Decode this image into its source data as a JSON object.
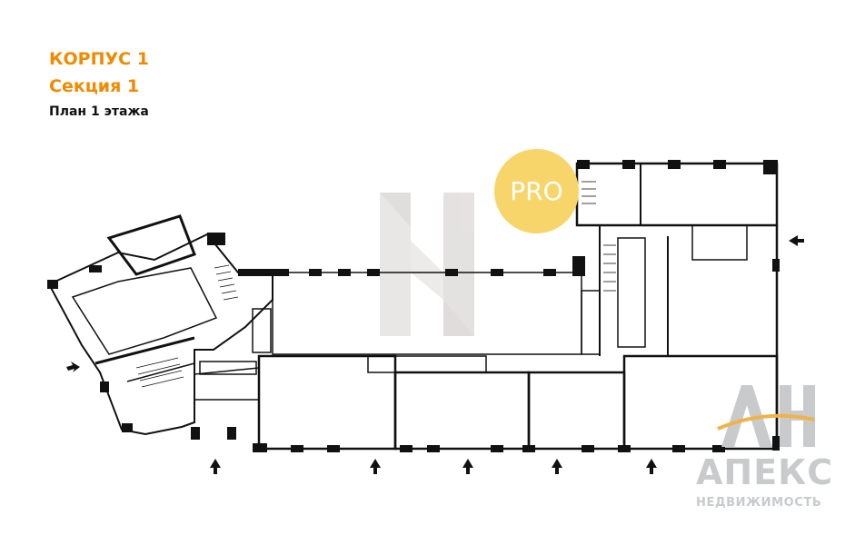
{
  "header": {
    "building": "КОРПУС 1",
    "section": "Секция 1",
    "floor_plan": "План 1 этажа"
  },
  "badge": {
    "text": "PRO"
  },
  "watermark": {
    "logo_letters": "АН",
    "name": "АПЕКС",
    "subtitle": "НЕДВИЖИМОСТЬ"
  },
  "colors": {
    "accent_orange": "#f08a00",
    "wall": "#111111",
    "badge_yellow": "#f7d56a",
    "watermark_gray": "#c9cacc"
  }
}
